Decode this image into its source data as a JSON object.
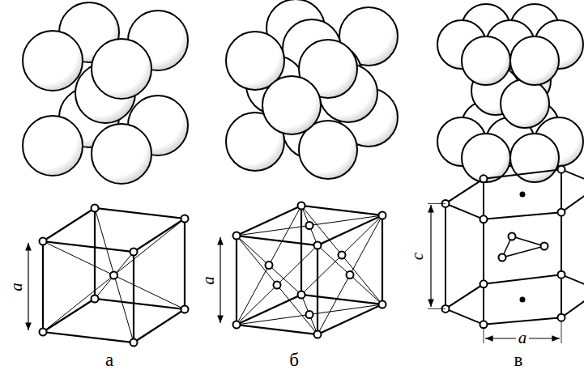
{
  "diagram": {
    "labels": [
      "a",
      "а",
      "a",
      "б",
      "c",
      "a",
      "в"
    ]
  }
}
